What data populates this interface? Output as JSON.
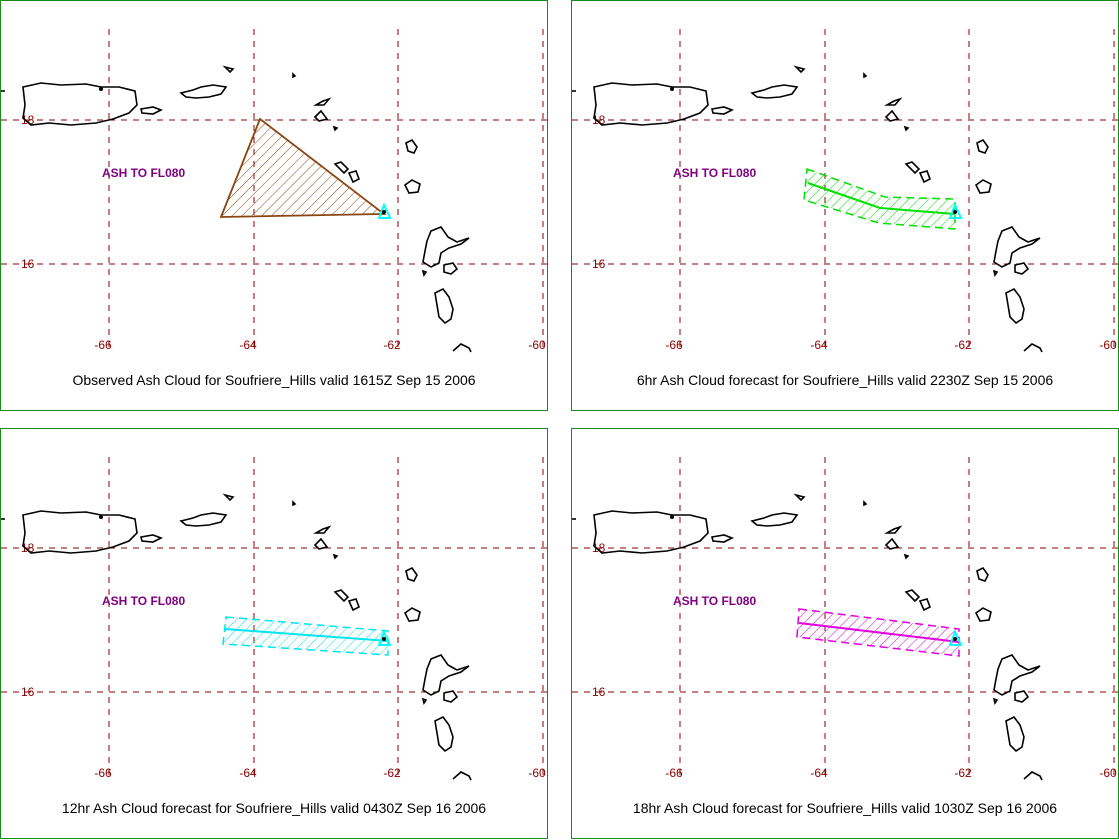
{
  "map": {
    "lon_ticks": [
      "-66",
      "-64",
      "-62",
      "-60"
    ],
    "lat_ticks": [
      "18",
      "16"
    ],
    "grid_color": "#8b0000",
    "coast_color": "#000000",
    "volcano_color": "#00ffff",
    "height_label": "ASH TO FL080"
  },
  "panels": [
    {
      "caption": "Observed Ash Cloud for Soufriere_Hills valid 1615Z Sep 15 2006",
      "cloud_shape": "triangle",
      "cloud_color": "#8b4513"
    },
    {
      "caption": "6hr Ash Cloud forecast for Soufriere_Hills valid 2230Z Sep 15 2006",
      "cloud_shape": "band",
      "cloud_color": "#00e000"
    },
    {
      "caption": "12hr Ash Cloud forecast for Soufriere_Hills valid 0430Z Sep 16 2006",
      "cloud_shape": "band",
      "cloud_color": "#00e5ee"
    },
    {
      "caption": "18hr Ash Cloud forecast for Soufriere_Hills valid 1030Z Sep 16 2006",
      "cloud_shape": "band",
      "cloud_color": "#e000e0"
    }
  ]
}
